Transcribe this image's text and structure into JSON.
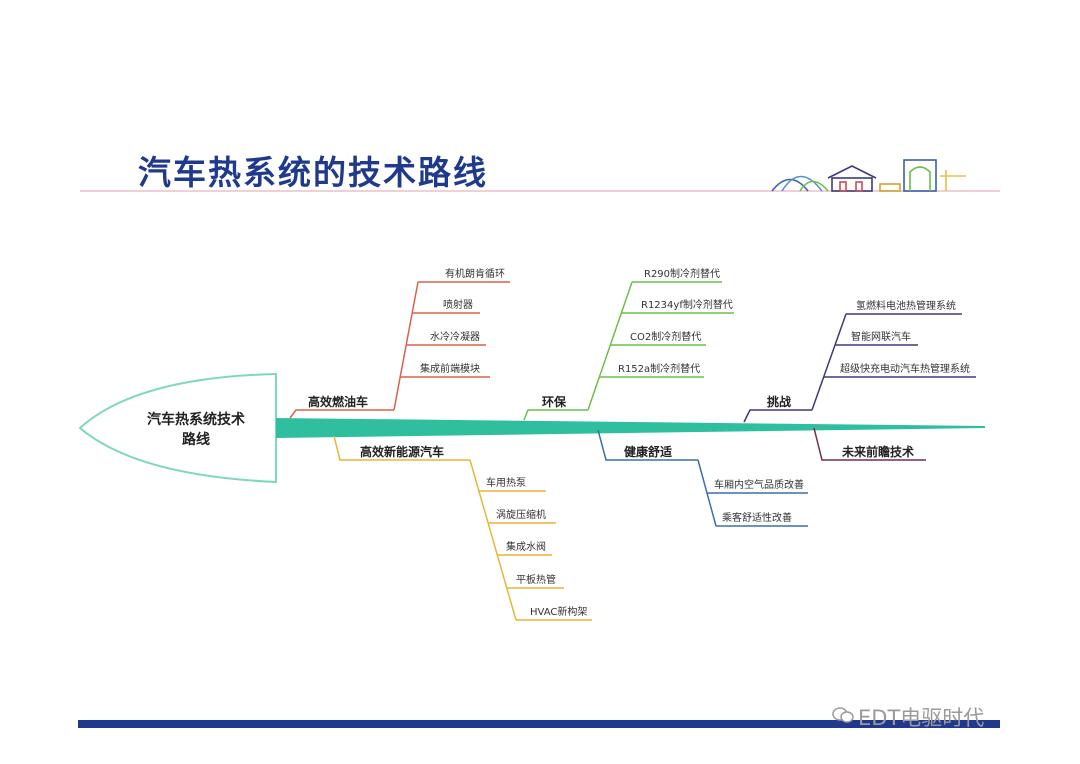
{
  "title": "汽车热系统的技术路线",
  "head_label_line1": "汽车热系统技术",
  "head_label_line2": "路线",
  "branches": [
    {
      "label": "高效燃油车",
      "color": "#d9614a",
      "items": [
        "有机朗肯循环",
        "喷射器",
        "水冷冷凝器",
        "集成前端模块"
      ]
    },
    {
      "label": "环保",
      "color": "#6cbf4a",
      "items": [
        "R290制冷剂替代",
        "R1234yf制冷剂替代",
        "CO2制冷剂替代",
        "R152a制冷剂替代"
      ]
    },
    {
      "label": "挑战",
      "color": "#3b3a7a",
      "items": [
        "氢燃料电池热管理系统",
        "智能网联汽车",
        "超级快充电动汽车热管理系统"
      ]
    },
    {
      "label": "高效新能源汽车",
      "color": "#e8b43a",
      "items": [
        "车用热泵",
        "涡旋压缩机",
        "集成水阀",
        "平板热管",
        "HVAC新构架"
      ]
    },
    {
      "label": "健康舒适",
      "color": "#3b6fb0",
      "items": [
        "车厢内空气品质改善",
        "乘客舒适性改善"
      ]
    },
    {
      "label": "未来前瞻技术",
      "color": "#7a2a4a",
      "items": []
    }
  ],
  "watermark": "EDT电驱时代",
  "colors": {
    "title": "#1f3a8c",
    "spine": "#2fbf9f",
    "head_outline": "#7fd8b8",
    "footer_bar": "#1f3a8c",
    "header_line": "#e8c0c8"
  }
}
